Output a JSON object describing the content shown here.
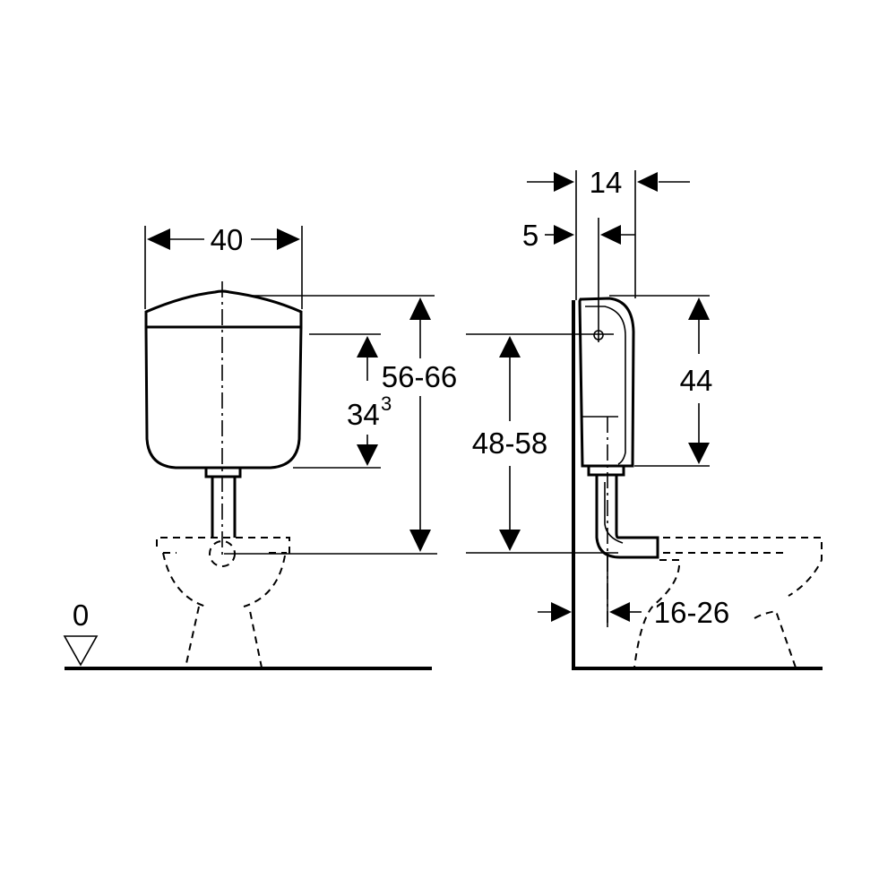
{
  "front_view": {
    "width_label": "40",
    "total_height_label": "56-66",
    "tank_height_label": "34",
    "tank_height_sup": "3",
    "floor_level_label": "0"
  },
  "side_view": {
    "depth_label": "14",
    "wall_gap_label": "5",
    "tank_height_label": "44",
    "mount_height_label": "48-58",
    "bowl_offset_label": "16-26"
  }
}
